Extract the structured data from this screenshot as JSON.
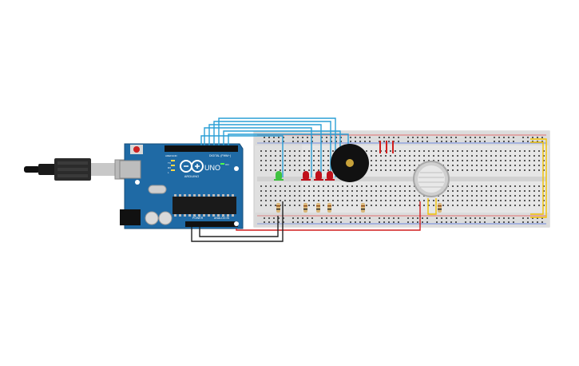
{
  "board": {
    "brand_label": "ARDUINO",
    "model_label": "UNO",
    "digital_label": "DIGITAL (PWM~)",
    "power_label": "POWER",
    "analog_label": "ANALOG IN",
    "aref_label": "AREF",
    "gnd_label": "GND",
    "tx_label": "TX",
    "rx_label": "RX",
    "l_label": "L",
    "on_label": "ON",
    "body_color": "#1f6aa5"
  },
  "components": {
    "usb_cable": "usb-cable-icon",
    "leds": [
      {
        "color": "#3fc23f",
        "state": "on"
      },
      {
        "color": "#c0101a",
        "state": "off"
      },
      {
        "color": "#c0101a",
        "state": "off"
      },
      {
        "color": "#c0101a",
        "state": "off"
      }
    ],
    "buzzer": "piezo-buzzer-icon",
    "gas_sensor": "gas-sensor-icon"
  },
  "wires": {
    "signal_color": "#2a9fd6",
    "power_color": "#d11f1f",
    "ground_color": "#222222",
    "sensor_color": "#f2c200"
  }
}
